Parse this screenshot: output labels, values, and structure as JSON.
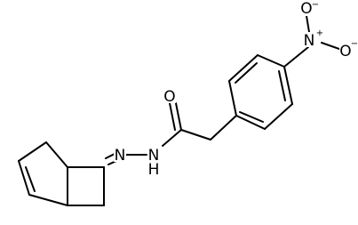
{
  "structure": {
    "atoms": {
      "nitro_o_top": "O",
      "nitro_n": "N",
      "nitro_o_right": "O",
      "carbonyl_o": "O",
      "amide_nh": "N",
      "amide_h": "H",
      "imine_n": "N"
    },
    "charges": {
      "nitro_o_top": "−",
      "nitro_n": "+",
      "nitro_o_right": "−"
    },
    "colors": {
      "bond": "#000000",
      "background": "#ffffff"
    }
  }
}
